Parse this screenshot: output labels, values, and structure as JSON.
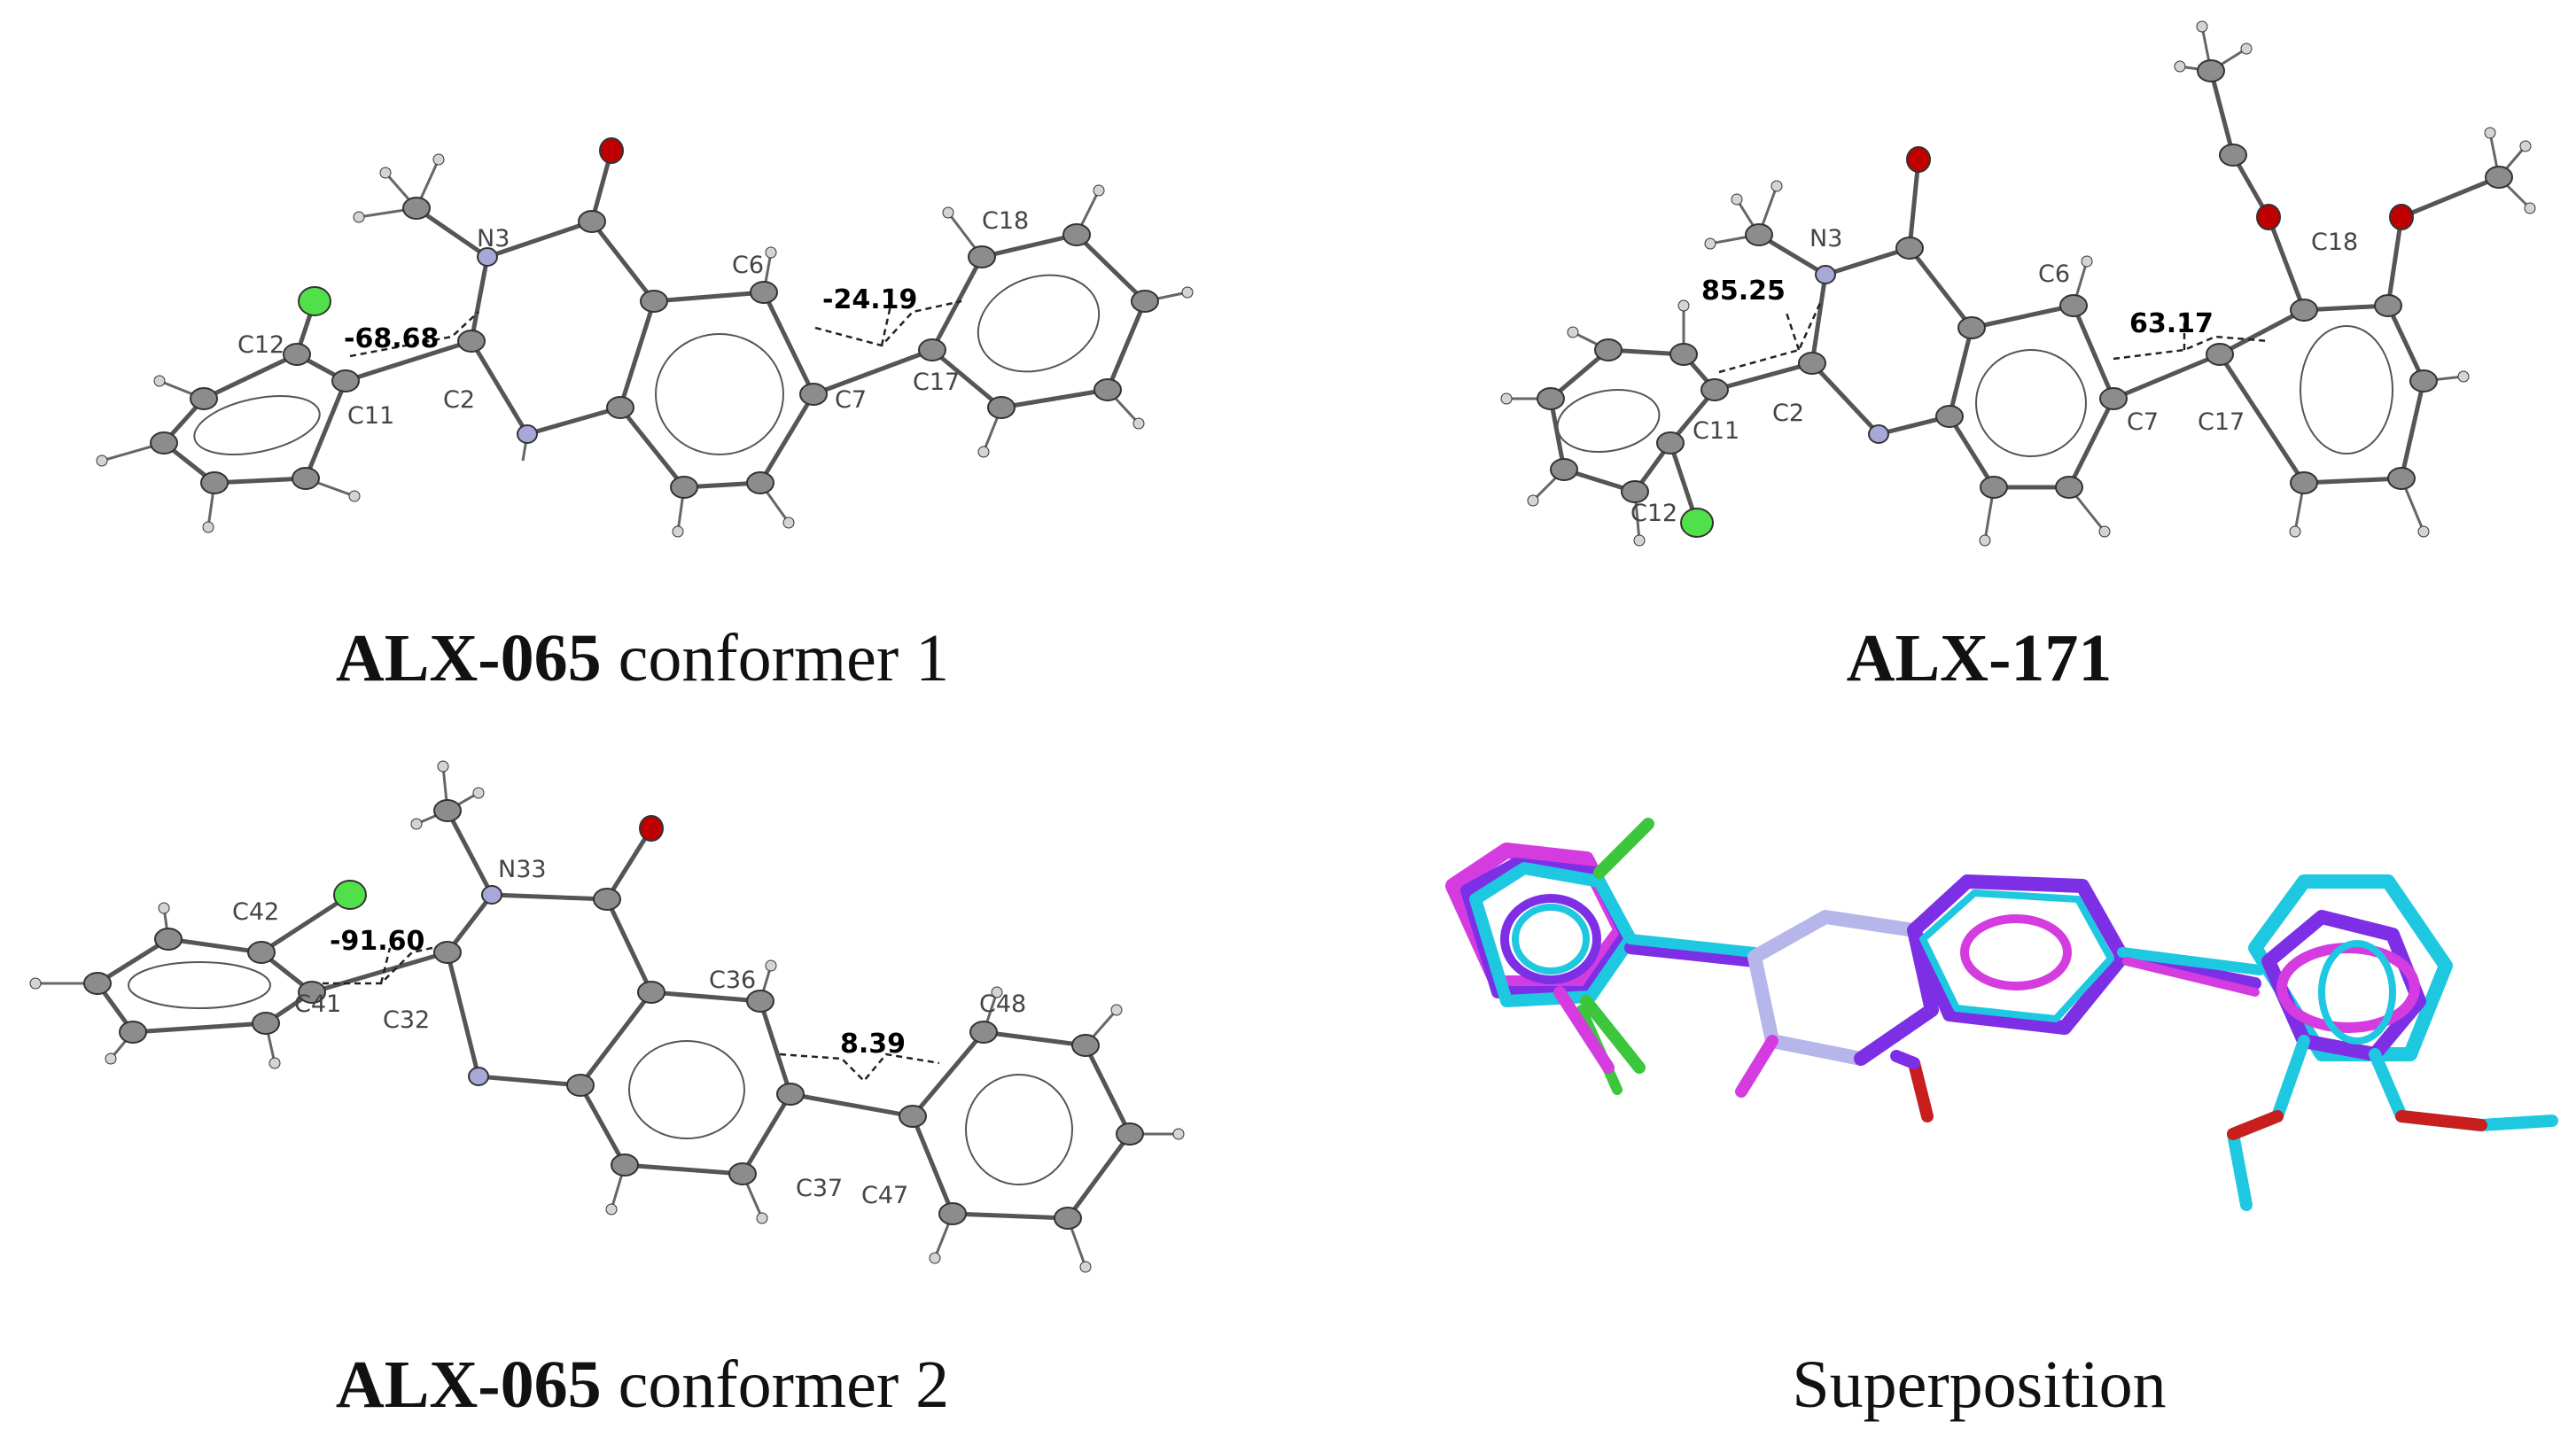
{
  "colors": {
    "carbon": "#8c8c8c",
    "hydrogen": "#d4d4d4",
    "nitrogen": "#a7a8d8",
    "oxygen": "#c00000",
    "chlorine": "#4fe04a",
    "overlay_cyan": "#1ec8e0",
    "overlay_violet": "#7d2fe6",
    "overlay_magenta": "#d43ce0",
    "overlay_lavender": "#b6b6ea",
    "overlay_green": "#3bc63b",
    "overlay_red": "#c81e1e"
  },
  "panels": [
    {
      "id": "alx065-conf1",
      "caption_bold": "ALX-065",
      "caption_rest": " conformer 1",
      "atom_labels": [
        "N3",
        "C6",
        "C18",
        "C12",
        "C11",
        "C2",
        "C7",
        "C17"
      ],
      "angle_labels": [
        "-68.68",
        "-24.19"
      ]
    },
    {
      "id": "alx171",
      "caption_bold": "ALX-171",
      "caption_rest": "",
      "atom_labels": [
        "N3",
        "C6",
        "C18",
        "C2",
        "C11",
        "C12",
        "C7",
        "C17"
      ],
      "angle_labels": [
        "85.25",
        "63.17"
      ]
    },
    {
      "id": "alx065-conf2",
      "caption_bold": "ALX-065",
      "caption_rest": " conformer 2",
      "atom_labels": [
        "N33",
        "C42",
        "C36",
        "C48",
        "C41",
        "C32",
        "C37",
        "C47"
      ],
      "angle_labels": [
        "-91.60",
        "8.39"
      ]
    },
    {
      "id": "superposition",
      "caption_bold": "",
      "caption_rest": "Superposition",
      "atom_labels": [],
      "angle_labels": []
    }
  ]
}
